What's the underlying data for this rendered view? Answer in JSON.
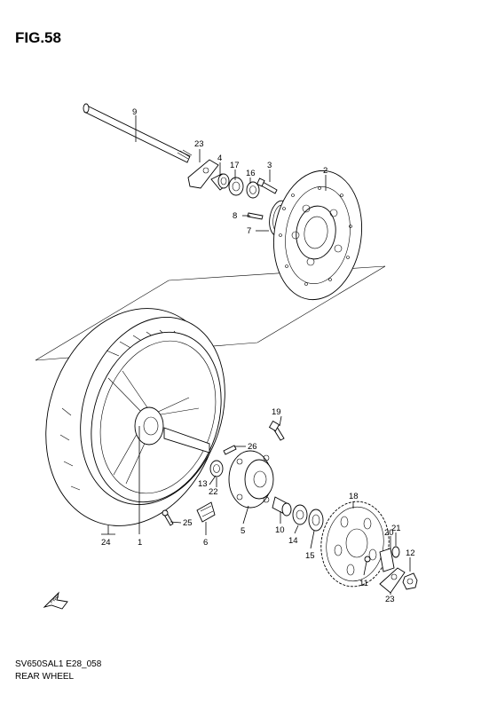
{
  "figure": {
    "title": "FIG.58",
    "model_code": "SV650SAL1 E28_058",
    "caption": "REAR WHEEL",
    "fwd_label": "FWD"
  },
  "callouts": [
    {
      "id": "c9",
      "text": "9"
    },
    {
      "id": "c23a",
      "text": "23"
    },
    {
      "id": "c4",
      "text": "4"
    },
    {
      "id": "c17",
      "text": "17"
    },
    {
      "id": "c16",
      "text": "16"
    },
    {
      "id": "c3",
      "text": "3"
    },
    {
      "id": "c2",
      "text": "2"
    },
    {
      "id": "c8",
      "text": "8"
    },
    {
      "id": "c7",
      "text": "7"
    },
    {
      "id": "c19",
      "text": "19"
    },
    {
      "id": "c26",
      "text": "26"
    },
    {
      "id": "c13",
      "text": "13"
    },
    {
      "id": "c22",
      "text": "22"
    },
    {
      "id": "c5",
      "text": "5"
    },
    {
      "id": "c10",
      "text": "10"
    },
    {
      "id": "c14",
      "text": "14"
    },
    {
      "id": "c15",
      "text": "15"
    },
    {
      "id": "c18",
      "text": "18"
    },
    {
      "id": "c20",
      "text": "20"
    },
    {
      "id": "c21",
      "text": "21"
    },
    {
      "id": "c12",
      "text": "12"
    },
    {
      "id": "c11",
      "text": "11"
    },
    {
      "id": "c23b",
      "text": "23"
    },
    {
      "id": "c25",
      "text": "25"
    },
    {
      "id": "c6",
      "text": "6"
    },
    {
      "id": "c1",
      "text": "1"
    },
    {
      "id": "c24",
      "text": "24"
    }
  ]
}
